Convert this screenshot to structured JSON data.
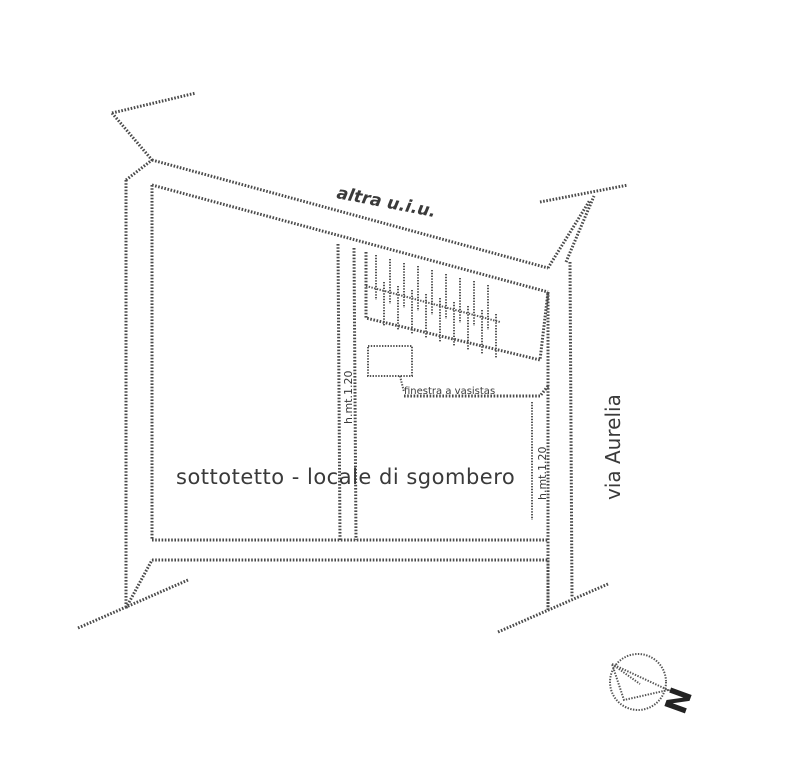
{
  "labels": {
    "neighbor_unit": "altra u.i.u.",
    "street": "via Aurelia",
    "room": "sottotetto - locale di sgombero",
    "dim_left": "h.mt.1.20",
    "dim_window": "finestra a vasistas",
    "dim_right": "h.mt.1.20",
    "north": "N"
  },
  "colors": {
    "line": "#4a4a4a",
    "background": "#ffffff"
  }
}
